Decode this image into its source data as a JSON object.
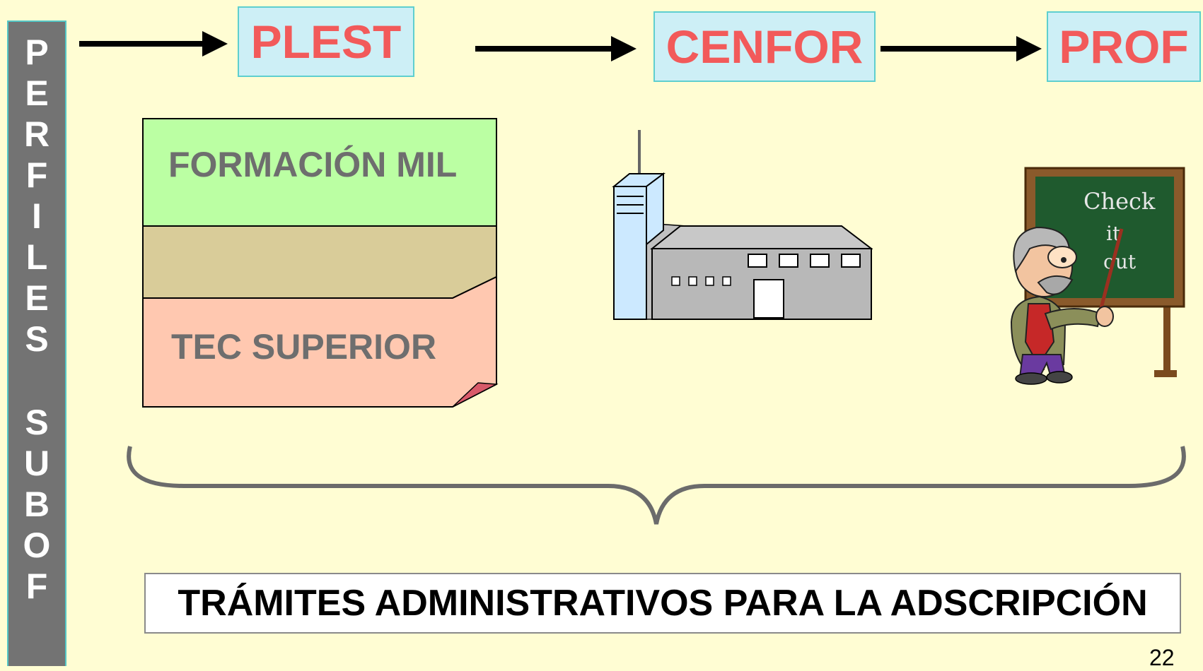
{
  "sidebar": {
    "top_letters": [
      "P",
      "E",
      "R",
      "F",
      "I",
      "L",
      "E",
      "S"
    ],
    "bottom_letters": [
      "S",
      "U",
      "B",
      "O",
      "F"
    ]
  },
  "steps": [
    {
      "label": "PLEST"
    },
    {
      "label": "CENFOR"
    },
    {
      "label": "PROF"
    }
  ],
  "document": {
    "top_label": "FORMACIÓN MIL",
    "bottom_label": "TEC SUPERIOR"
  },
  "chalkboard": {
    "text_lines": [
      "Check",
      "it",
      "out"
    ]
  },
  "footer": {
    "label": "TRÁMITES ADMINISTRATIVOS PARA LA ADSCRIPCIÓN"
  },
  "page_number": "22",
  "colors": {
    "background": "#fffdd3",
    "sidebar": "#737373",
    "step_box_fill": "#cdeff6",
    "step_text": "#f25a5a",
    "doc_green": "#bbffa3",
    "doc_tan": "#d9cc99",
    "doc_pink": "#ffc8b0",
    "building_gray": "#c0c0c0",
    "tower_blue": "#cce9ff",
    "chalkboard": "#1f5a2e"
  },
  "icons": [
    "arrow-right-icon",
    "building-icon",
    "teacher-icon",
    "curly-brace-icon"
  ]
}
